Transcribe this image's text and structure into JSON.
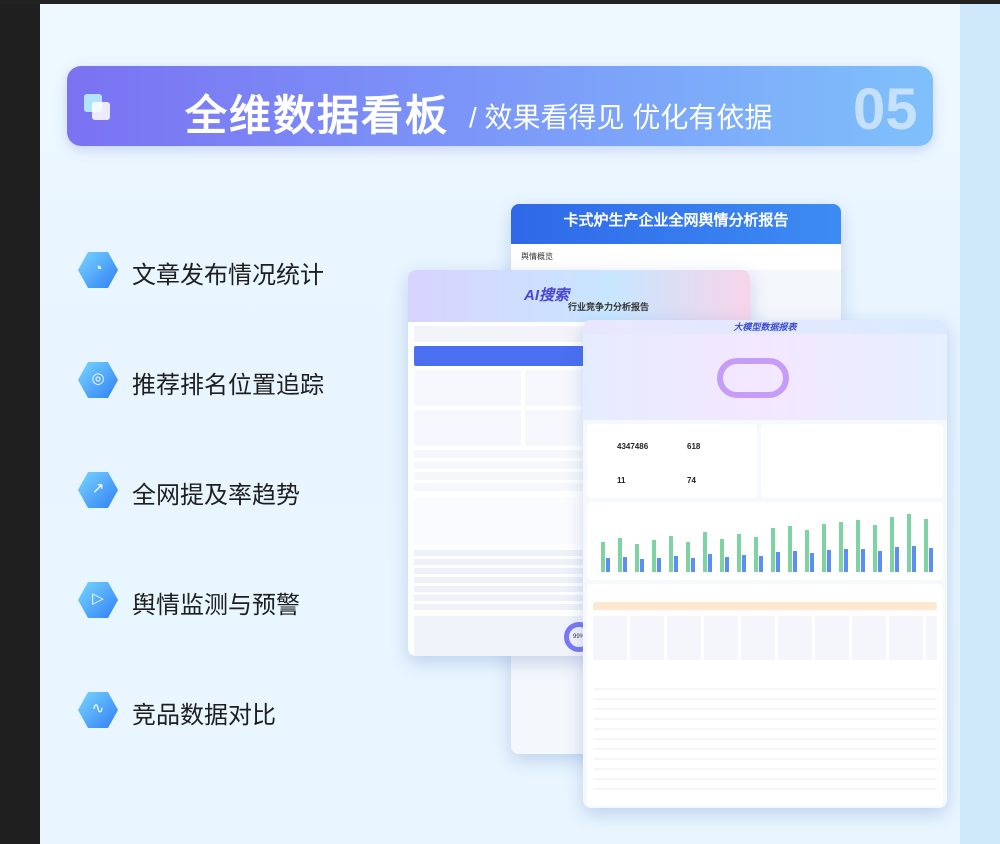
{
  "banner": {
    "title": "全维数据看板",
    "subtitle": "/ 效果看得见 优化有依据",
    "number": "05"
  },
  "features": [
    {
      "label": "文章发布情况统计",
      "icon": "pie-chart-icon"
    },
    {
      "label": "推荐排名位置追踪",
      "icon": "target-icon"
    },
    {
      "label": "全网提及率趋势",
      "icon": "trend-up-icon"
    },
    {
      "label": "舆情监测与预警",
      "icon": "play-icon"
    },
    {
      "label": "竞品数据对比",
      "icon": "line-wave-icon"
    }
  ],
  "report_back": {
    "title": "卡式炉生产企业全网舆情分析报告",
    "toolbar": "舆情概览"
  },
  "report_left": {
    "ai_label": "AI搜索",
    "subtitle": "行业竞争力分析报告"
  },
  "report_front": {
    "title": "大模型数据报表",
    "kpi1": "4347486",
    "kpi2": "618",
    "kpi3": "11",
    "kpi4": "74",
    "donut": "99%"
  },
  "colors": {
    "banner_start": "#7b72f2",
    "banner_end": "#7fc0fb",
    "report_header": "#2f68e8"
  }
}
